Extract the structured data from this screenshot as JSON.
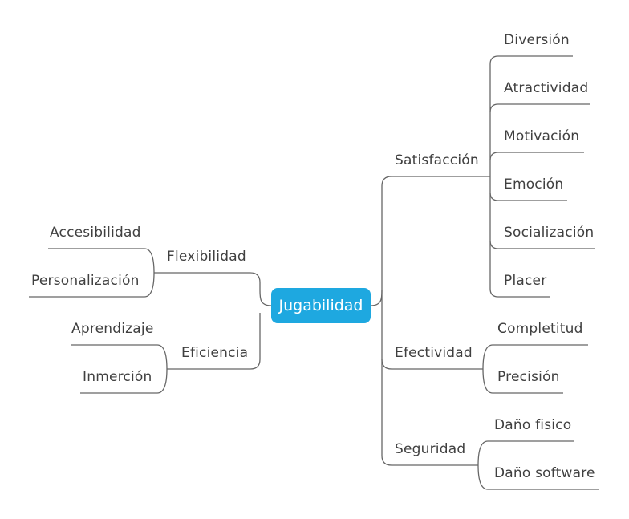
{
  "root": {
    "label": "Jugabilidad",
    "color": "#1ea8e0"
  },
  "branches": {
    "satisfaccion": {
      "label": "Satisfacción",
      "children": [
        "Diversión",
        "Atractividad",
        "Motivación",
        "Emoción",
        "Socialización",
        "Placer"
      ]
    },
    "efectividad": {
      "label": "Efectividad",
      "children": [
        "Completitud",
        "Precisión"
      ]
    },
    "seguridad": {
      "label": "Seguridad",
      "children": [
        "Daño fisico",
        "Daño software"
      ]
    },
    "flexibilidad": {
      "label": "Flexibilidad",
      "children": [
        "Accesibilidad",
        "Personalización"
      ]
    },
    "eficiencia": {
      "label": "Eficiencia",
      "children": [
        "Aprendizaje",
        "Inmerción"
      ]
    }
  },
  "line_color": "#666666",
  "text_color": "#404040"
}
